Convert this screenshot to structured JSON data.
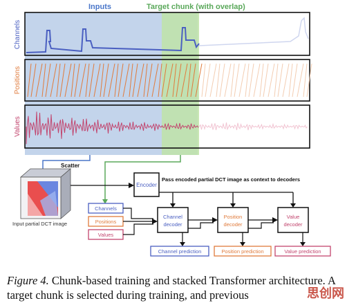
{
  "panels": {
    "inputs_label": "Inputs",
    "target_label": "Target chunk (with overlap)",
    "channels_label": "Channels",
    "positions_label": "Positions",
    "values_label": "Values"
  },
  "diagram": {
    "scatter_label": "Scatter",
    "dct_image_label": "Input partial DCT image",
    "encoder_label": "Encoder",
    "pass_label": "Pass encoded partial DCT image as context to decoders",
    "input_channels": "Channels",
    "input_positions": "Positions",
    "input_values": "Values",
    "channel_decoder": [
      "Channel",
      "decoder"
    ],
    "position_decoder": [
      "Position",
      "decoder"
    ],
    "value_decoder": [
      "Value",
      "decoder"
    ],
    "channel_prediction": "Channel prediction",
    "position_prediction": "Position prediction",
    "value_prediction": "Value prediction"
  },
  "colors": {
    "channels": "#4a5fc1",
    "positions": "#e07b3c",
    "values": "#c2456e",
    "inputs_highlight": "#b9cde8",
    "target_highlight": "#bfe3a8",
    "inputs_text": "#4a76c9",
    "target_text": "#5aa85a"
  },
  "caption": {
    "lead": "Figure 4.",
    "text": "Chunk-based training and stacked Transformer architecture.  A target chunk is selected during training, and previous"
  },
  "watermark": "思创网"
}
